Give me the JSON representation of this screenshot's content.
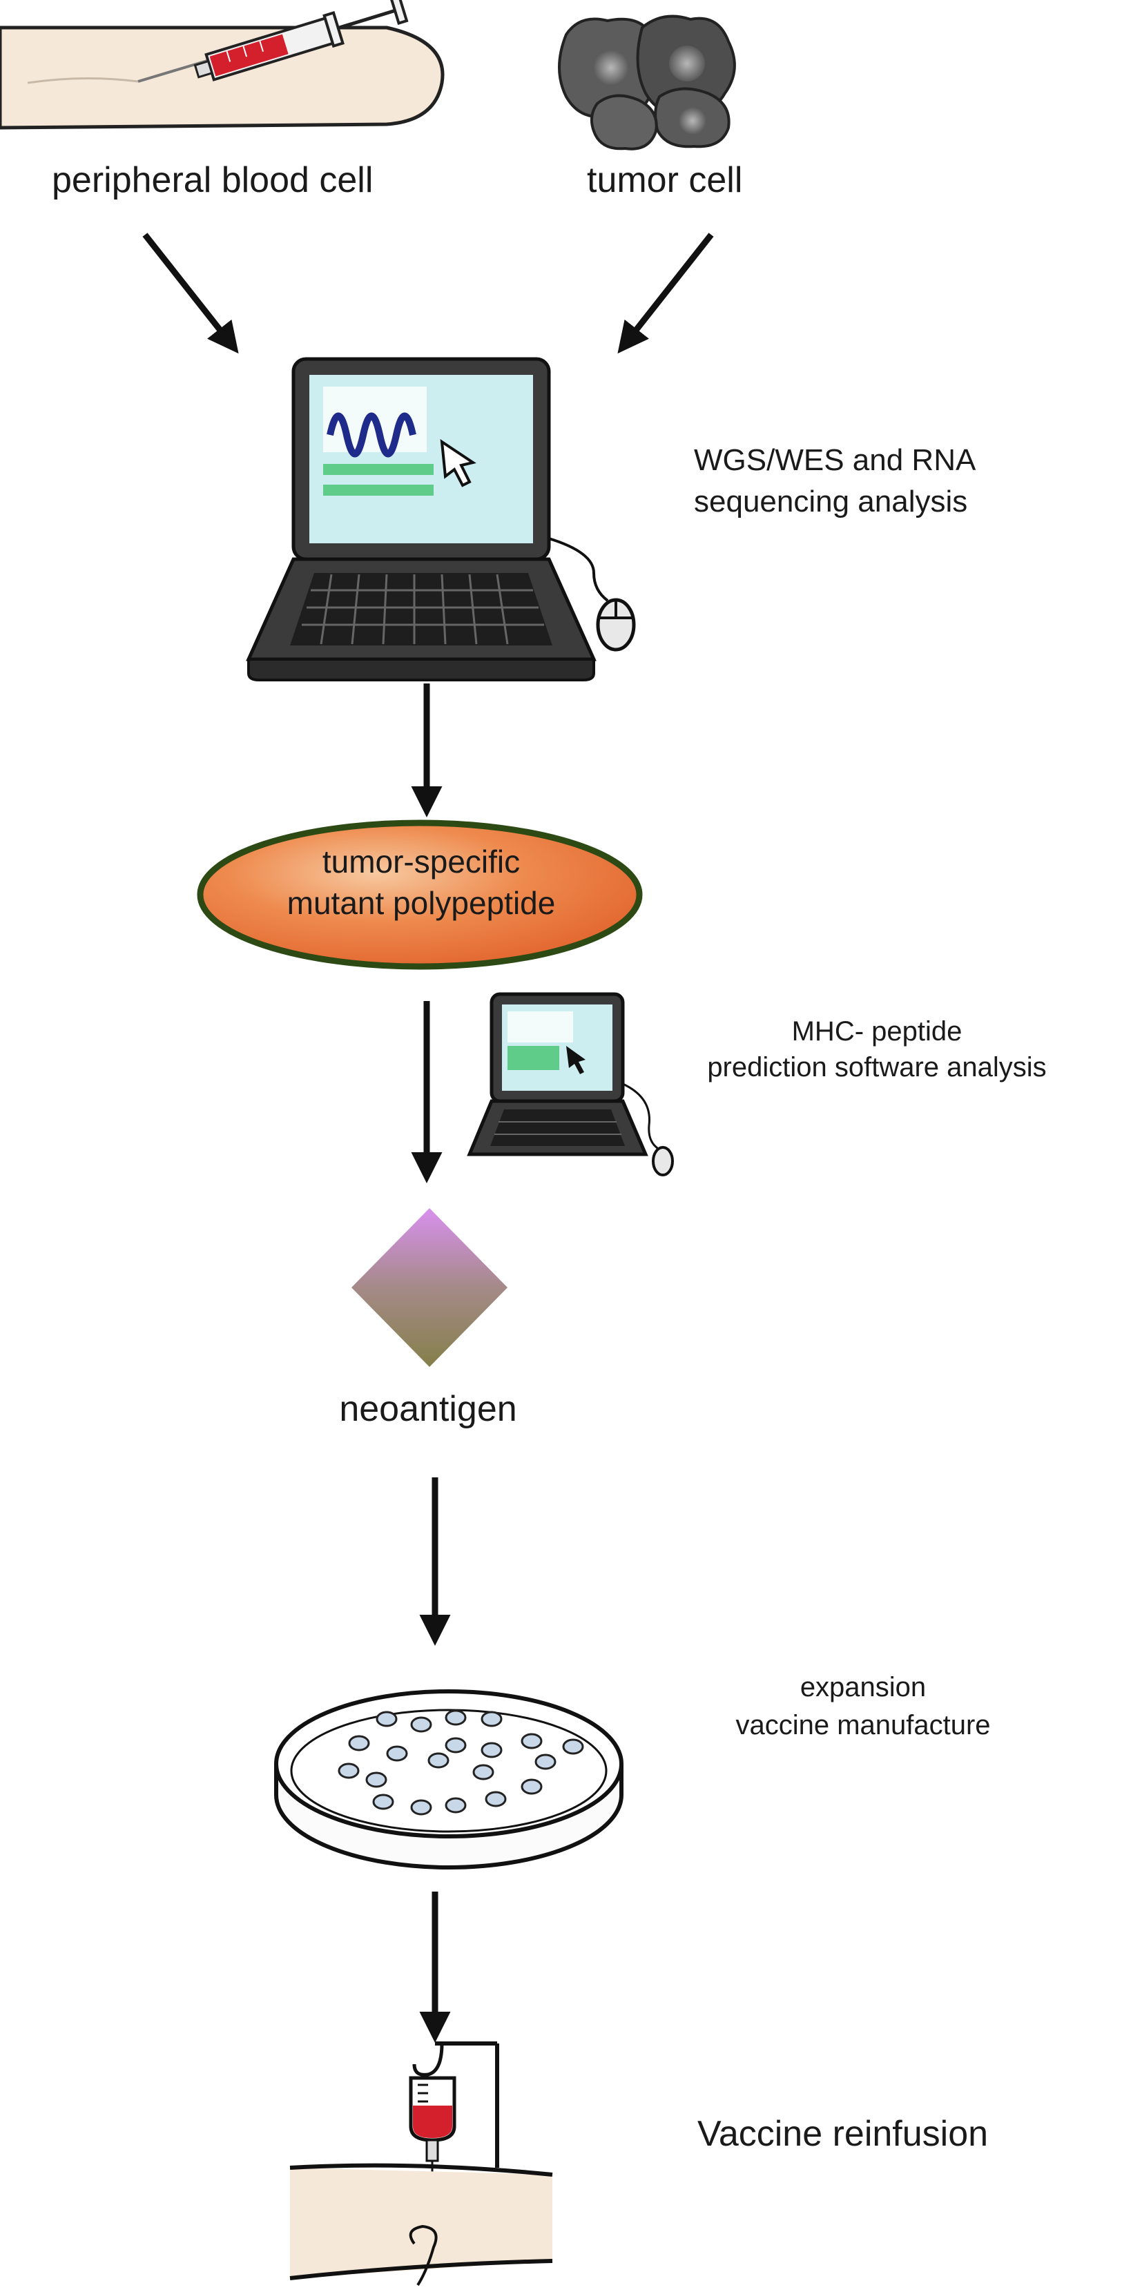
{
  "source_labels": {
    "blood": "peripheral blood cell",
    "tumor": "tumor cell"
  },
  "steps": {
    "sequencing": [
      "WGS/WES and RNA",
      "sequencing analysis"
    ],
    "polypeptide": [
      "tumor-specific",
      "mutant polypeptide"
    ],
    "prediction": [
      "MHC- peptide",
      "prediction software analysis"
    ],
    "neoantigen": "neoantigen",
    "manufacture": [
      "expansion",
      "vaccine manufacture"
    ],
    "reinfusion": "Vaccine reinfusion"
  },
  "colors": {
    "arrow": "#111111",
    "screen": "#cdeef0",
    "laptop_body": "#3b3b3b",
    "wave": "#1f2b8a",
    "green_bar": "#5fcc8a",
    "ellipse_fill": "#e8703a",
    "ellipse_border": "#2d4a14",
    "skin": "#f6e8d8",
    "tumor_cell": "#5a5a5a",
    "blood": "#d4202c",
    "diamond_top": "#d48ee6",
    "diamond_bottom": "#8a8550"
  }
}
